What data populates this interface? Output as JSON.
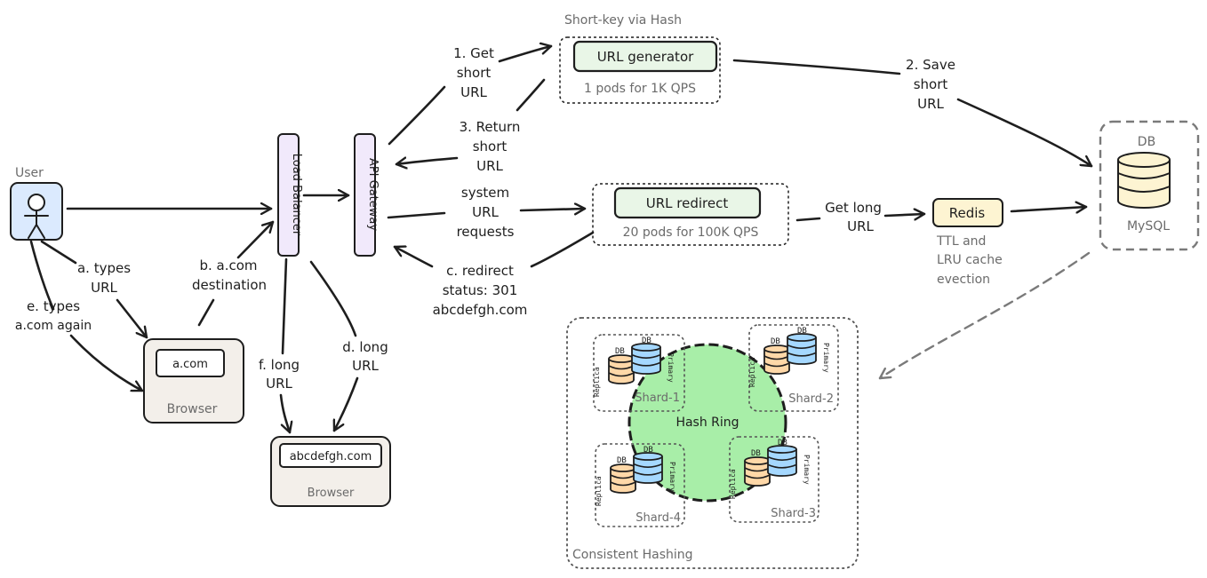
{
  "colors": {
    "user_fill": "#dbeafe",
    "browser_fill": "#f3efea",
    "vertical_box_fill": "#f1e9fb",
    "service_fill": "#e9f6e7",
    "redis_fill": "#fdf4d2",
    "hash_ring_fill": "#a8eea8",
    "db_blue": "#a5d8ff",
    "db_orange": "#ffd8a8"
  },
  "icons": [
    "person-icon",
    "database-icon"
  ],
  "user": {
    "label": "User"
  },
  "browser_1": {
    "url": "a.com",
    "label": "Browser"
  },
  "browser_2": {
    "url": "abcdefgh.com",
    "label": "Browser"
  },
  "load_balancer": {
    "label": "Load Balancer"
  },
  "api_gateway": {
    "label": "API Gateway"
  },
  "url_generator": {
    "group_title": "Short-key via Hash",
    "title": "URL generator",
    "pods": "1 pods for 1K QPS"
  },
  "url_redirect": {
    "title": "URL redirect",
    "pods": "20 pods for 100K QPS"
  },
  "redis": {
    "title": "Redis",
    "note": [
      "TTL and",
      "LRU cache",
      "evection"
    ]
  },
  "db": {
    "title": "DB",
    "name": "MySQL"
  },
  "consistent_hashing": {
    "title": "Consistent Hashing",
    "ring_label": "Hash Ring",
    "db_label": "DB",
    "primary_label": "Primary",
    "replica_label": "Replica",
    "shards": [
      "Shard-1",
      "Shard-2",
      "Shard-3",
      "Shard-4"
    ]
  },
  "flow_labels": {
    "a_types_url": [
      "a. types",
      "URL"
    ],
    "b_destination": [
      "b. a.com",
      "destination"
    ],
    "e_types_again": [
      "e. types",
      "a.com again"
    ],
    "f_long_url": [
      "f. long",
      "URL"
    ],
    "d_long_url": [
      "d. long",
      "URL"
    ],
    "get_short_url": [
      "1. Get",
      "short",
      "URL"
    ],
    "return_short_url": [
      "3. Return",
      "short",
      "URL"
    ],
    "system_requests": [
      "system",
      "URL",
      "requests"
    ],
    "redirect_status": [
      "c. redirect",
      "status: 301",
      "abcdefgh.com"
    ],
    "save_short_url": [
      "2. Save",
      "short",
      "URL"
    ],
    "get_long_url": [
      "Get long",
      "URL"
    ]
  }
}
